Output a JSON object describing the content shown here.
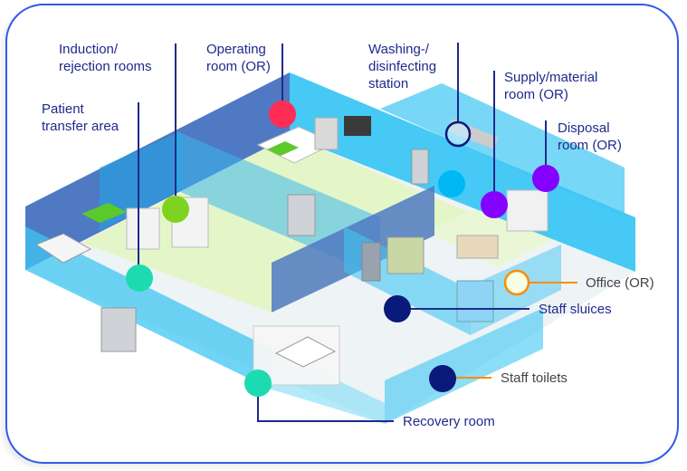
{
  "labels": {
    "induction": [
      "Induction/",
      "rejection rooms"
    ],
    "operating": [
      "Operating",
      "room (OR)"
    ],
    "patient_transfer": [
      "Patient",
      "transfer area"
    ],
    "washing": [
      "Washing-/",
      "disinfecting",
      "station"
    ],
    "supply": [
      "Supply/material",
      "room (OR)"
    ],
    "disposal": [
      "Disposal",
      "room (OR)"
    ],
    "office": "Office (OR)",
    "staff_sluices": "Staff sluices",
    "staff_toilets": "Staff toilets",
    "recovery": "Recovery room"
  },
  "colors": {
    "frame": "#2f5bea",
    "label_navy": "#1e2a8c",
    "label_gray": "#444444",
    "operating_marker": "#ff2d55",
    "induction_marker": "#7ed321",
    "teal_marker": "#1ddbb0",
    "cyan_marker": "#00b8f5",
    "purple_marker": "#8400ff",
    "navy_marker": "#0a1a7a",
    "orange_marker": "#ff8c00",
    "wall_dark": "#4f79c2",
    "wall_light": "#3fc6f2",
    "floor_green": "#e4f6c8"
  }
}
